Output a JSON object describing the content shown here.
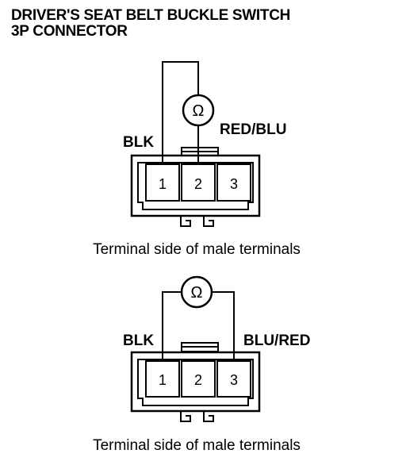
{
  "title": {
    "line1": "DRIVER'S SEAT BELT BUCKLE SWITCH",
    "line2": "3P CONNECTOR"
  },
  "meter_symbol": "Ω",
  "diagrams": [
    {
      "left_wire_label": "BLK",
      "right_wire_label": "RED/BLU",
      "terminals": [
        "1",
        "2",
        "3"
      ],
      "caption": "Terminal side of male terminals"
    },
    {
      "left_wire_label": "BLK",
      "right_wire_label": "BLU/RED",
      "terminals": [
        "1",
        "2",
        "3"
      ],
      "caption": "Terminal side of male terminals"
    }
  ]
}
